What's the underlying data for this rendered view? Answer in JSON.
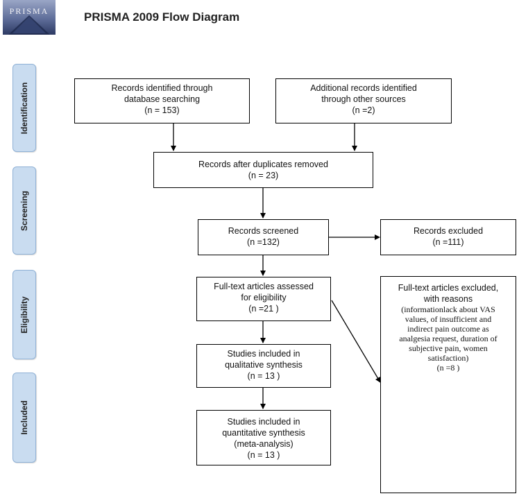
{
  "header": {
    "logo_text": "PRISMA",
    "title": "PRISMA 2009 Flow Diagram"
  },
  "stages": [
    {
      "label": "Identification"
    },
    {
      "label": "Screening"
    },
    {
      "label": "Eligibility"
    },
    {
      "label": "Included"
    }
  ],
  "boxes": {
    "database": {
      "lines": [
        "Records identified through",
        "database searching",
        "(n = 153)"
      ]
    },
    "other_sources": {
      "lines": [
        "Additional records identified",
        "through other sources",
        "(n =2)"
      ]
    },
    "duplicates_removed": {
      "lines": [
        "Records after duplicates removed",
        "(n = 23)"
      ]
    },
    "screened": {
      "lines": [
        "Records screened",
        "(n =132)"
      ]
    },
    "excluded": {
      "lines": [
        "Records excluded",
        "(n =111)"
      ]
    },
    "fulltext_assessed": {
      "lines": [
        "Full-text articles assessed",
        "for eligibility",
        "(n =21 )"
      ]
    },
    "fulltext_excluded": {
      "heading": [
        "Full-text articles excluded,",
        "with reasons"
      ],
      "reasons": [
        "(informationlack about VAS",
        "values, of insufficient and",
        "indirect pain outcome as",
        "analgesia request, duration of",
        "subjective pain, women",
        "satisfaction)",
        "(n =8 )"
      ]
    },
    "qualitative": {
      "lines": [
        "Studies included in",
        "qualitative synthesis",
        "(n = 13 )"
      ]
    },
    "quantitative": {
      "lines": [
        "Studies included in",
        "quantitative synthesis",
        "(meta-analysis)",
        "(n = 13 )"
      ]
    }
  }
}
